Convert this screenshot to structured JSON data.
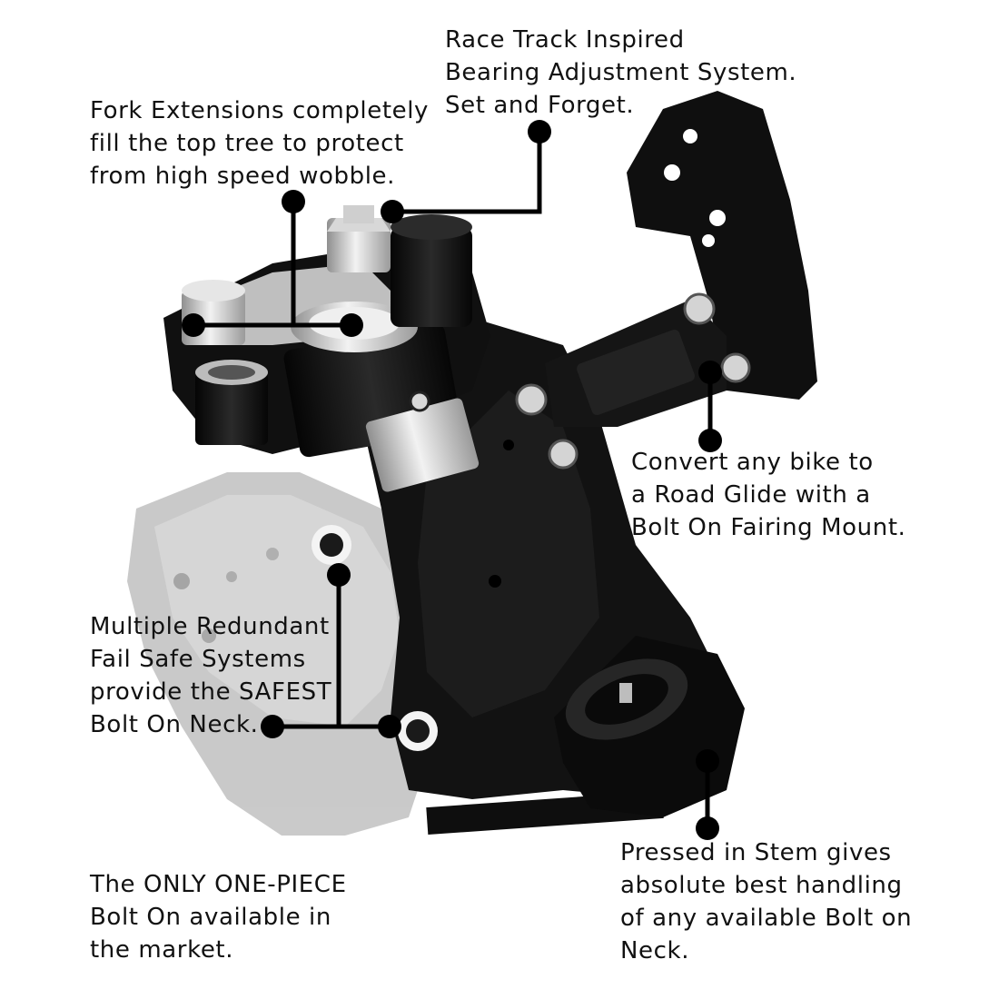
{
  "colors": {
    "background": "#ffffff",
    "text": "#111111",
    "leader": "#000000",
    "part_black": "#141414",
    "part_silver": "#c9c9c9",
    "faded_gray": "#b5b5b5"
  },
  "callouts": {
    "bearing": [
      "Race Track Inspired",
      "Bearing Adjustment System.",
      "Set and Forget."
    ],
    "fork": [
      "Fork Extensions completely",
      "fill the top tree to protect",
      "from high speed wobble."
    ],
    "fairing": [
      "Convert any bike to",
      "a Road Glide with a",
      "Bolt On Fairing Mount."
    ],
    "failsafe": [
      "Multiple Redundant",
      "Fail Safe Systems",
      "provide the SAFEST",
      "Bolt On Neck."
    ],
    "stem": [
      "Pressed in Stem gives",
      "absolute best handling",
      "of any available Bolt on",
      "Neck."
    ],
    "onepiece": [
      "The ONLY ONE-PIECE",
      "Bolt On available in",
      "the market."
    ]
  }
}
